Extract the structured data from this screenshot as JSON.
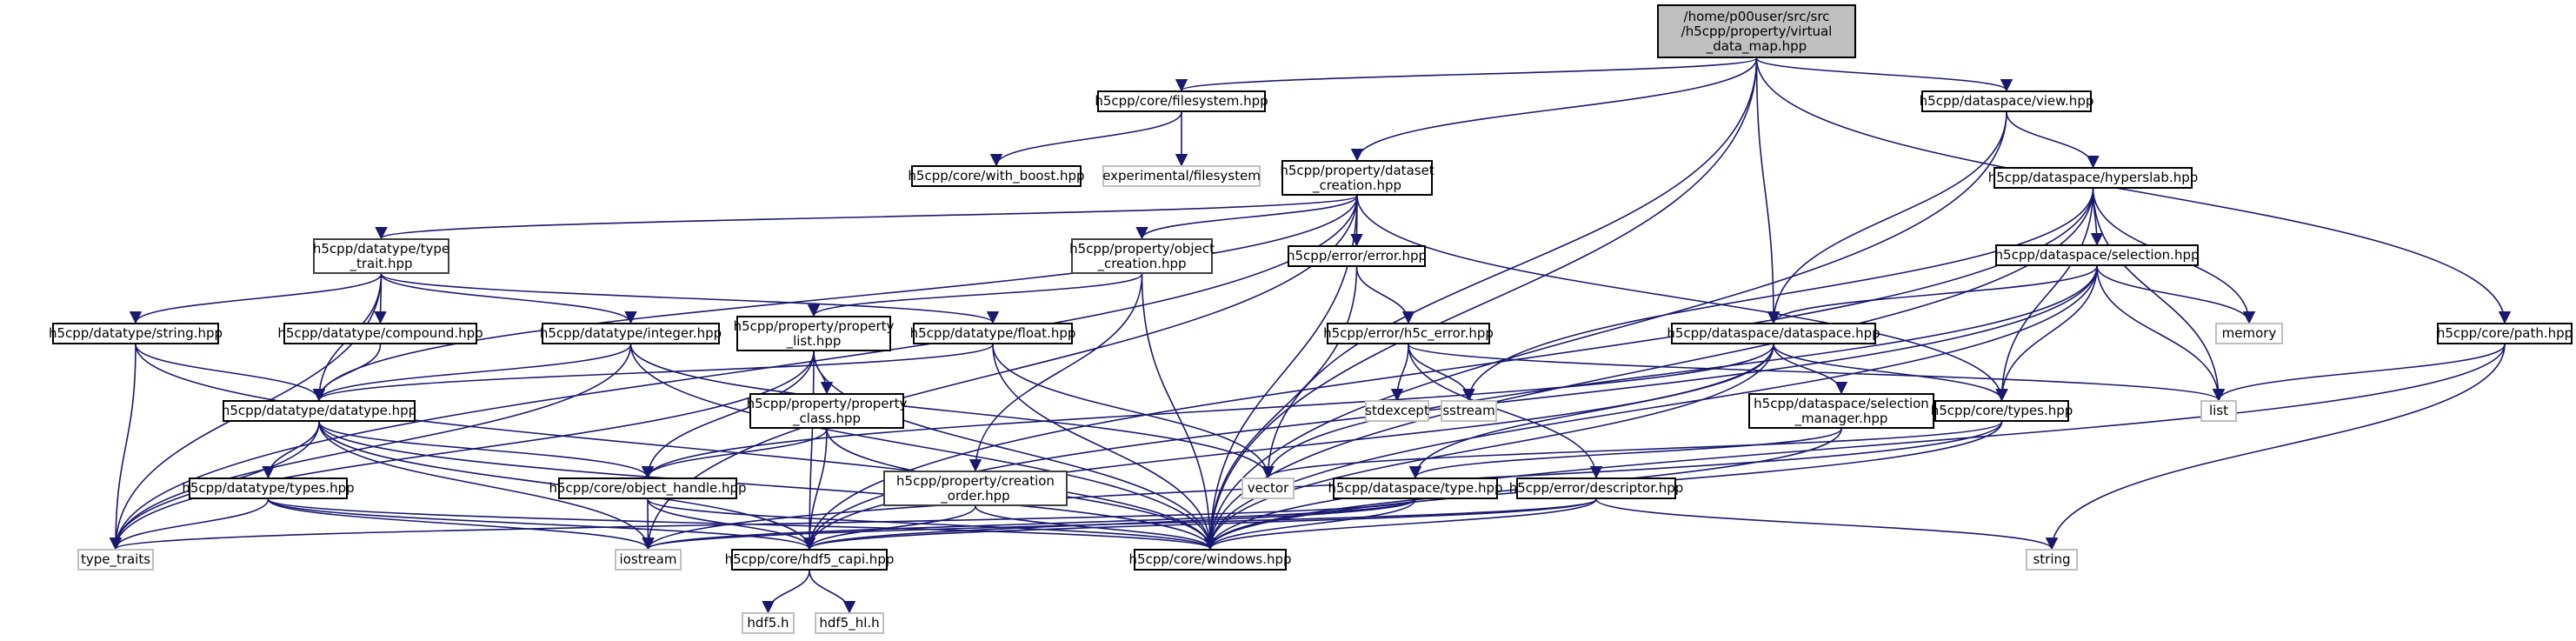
{
  "graph": {
    "type": "include-dependency-graph",
    "edge_color": "#191970",
    "root_fill": "#bfbfbf",
    "nodes": [
      {
        "id": "root",
        "label": "/home/p00user/src/src\n/h5cpp/property/virtual\n_data_map.hpp",
        "kind": "root"
      },
      {
        "id": "filesystem",
        "label": "h5cpp/core/filesystem.hpp",
        "kind": "internal"
      },
      {
        "id": "with_boost",
        "label": "h5cpp/core/with_boost.hpp",
        "kind": "internal"
      },
      {
        "id": "exp_fs",
        "label": "experimental/filesystem",
        "kind": "external"
      },
      {
        "id": "dataset_creation",
        "label": "h5cpp/property/dataset\n_creation.hpp",
        "kind": "internal"
      },
      {
        "id": "view",
        "label": "h5cpp/dataspace/view.hpp",
        "kind": "internal"
      },
      {
        "id": "hyperslab",
        "label": "h5cpp/dataspace/hyperslab.hpp",
        "kind": "internal"
      },
      {
        "id": "selection",
        "label": "h5cpp/dataspace/selection.hpp",
        "kind": "internal"
      },
      {
        "id": "memory",
        "label": "memory",
        "kind": "external"
      },
      {
        "id": "path",
        "label": "h5cpp/core/path.hpp",
        "kind": "internal"
      },
      {
        "id": "type_trait",
        "label": "h5cpp/datatype/type\n_trait.hpp",
        "kind": "internal"
      },
      {
        "id": "object_creation",
        "label": "h5cpp/property/object\n_creation.hpp",
        "kind": "internal"
      },
      {
        "id": "error",
        "label": "h5cpp/error/error.hpp",
        "kind": "internal"
      },
      {
        "id": "string_hpp",
        "label": "h5cpp/datatype/string.hpp",
        "kind": "internal"
      },
      {
        "id": "compound",
        "label": "h5cpp/datatype/compound.hpp",
        "kind": "internal"
      },
      {
        "id": "integer",
        "label": "h5cpp/datatype/integer.hpp",
        "kind": "internal"
      },
      {
        "id": "property_list",
        "label": "h5cpp/property/property\n_list.hpp",
        "kind": "internal"
      },
      {
        "id": "float",
        "label": "h5cpp/datatype/float.hpp",
        "kind": "internal"
      },
      {
        "id": "h5c_error",
        "label": "h5cpp/error/h5c_error.hpp",
        "kind": "internal"
      },
      {
        "id": "dataspace",
        "label": "h5cpp/dataspace/dataspace.hpp",
        "kind": "internal"
      },
      {
        "id": "list",
        "label": "list",
        "kind": "external"
      },
      {
        "id": "datatype",
        "label": "h5cpp/datatype/datatype.hpp",
        "kind": "internal"
      },
      {
        "id": "property_class",
        "label": "h5cpp/property/property\n_class.hpp",
        "kind": "internal"
      },
      {
        "id": "stdexcept",
        "label": "stdexcept",
        "kind": "external"
      },
      {
        "id": "sstream",
        "label": "sstream",
        "kind": "external"
      },
      {
        "id": "selection_manager",
        "label": "h5cpp/dataspace/selection\n_manager.hpp",
        "kind": "internal"
      },
      {
        "id": "core_types",
        "label": "h5cpp/core/types.hpp",
        "kind": "internal"
      },
      {
        "id": "dt_types",
        "label": "h5cpp/datatype/types.hpp",
        "kind": "internal"
      },
      {
        "id": "object_handle",
        "label": "h5cpp/core/object_handle.hpp",
        "kind": "internal"
      },
      {
        "id": "vector",
        "label": "vector",
        "kind": "external"
      },
      {
        "id": "creation_order",
        "label": "h5cpp/property/creation\n_order.hpp",
        "kind": "internal"
      },
      {
        "id": "ds_type",
        "label": "h5cpp/dataspace/type.hpp",
        "kind": "internal"
      },
      {
        "id": "descriptor",
        "label": "h5cpp/error/descriptor.hpp",
        "kind": "internal"
      },
      {
        "id": "type_traits",
        "label": "type_traits",
        "kind": "external"
      },
      {
        "id": "iostream",
        "label": "iostream",
        "kind": "external"
      },
      {
        "id": "hdf5_capi",
        "label": "h5cpp/core/hdf5_capi.hpp",
        "kind": "internal"
      },
      {
        "id": "windows",
        "label": "h5cpp/core/windows.hpp",
        "kind": "internal"
      },
      {
        "id": "string_std",
        "label": "string",
        "kind": "external"
      },
      {
        "id": "hdf5_h",
        "label": "hdf5.h",
        "kind": "external"
      },
      {
        "id": "hdf5_hl",
        "label": "hdf5_hl.h",
        "kind": "external"
      }
    ],
    "edges": [
      [
        "root",
        "filesystem"
      ],
      [
        "root",
        "dataset_creation"
      ],
      [
        "root",
        "view"
      ],
      [
        "root",
        "dataspace"
      ],
      [
        "root",
        "path"
      ],
      [
        "root",
        "vector"
      ],
      [
        "root",
        "windows"
      ],
      [
        "filesystem",
        "with_boost"
      ],
      [
        "filesystem",
        "exp_fs"
      ],
      [
        "dataset_creation",
        "type_trait"
      ],
      [
        "dataset_creation",
        "object_creation"
      ],
      [
        "dataset_creation",
        "error"
      ],
      [
        "dataset_creation",
        "datatype"
      ],
      [
        "dataset_creation",
        "core_types"
      ],
      [
        "dataset_creation",
        "windows"
      ],
      [
        "dataset_creation",
        "iostream"
      ],
      [
        "dataset_creation",
        "type_traits"
      ],
      [
        "view",
        "hyperslab"
      ],
      [
        "view",
        "dataspace"
      ],
      [
        "view",
        "windows"
      ],
      [
        "hyperslab",
        "selection"
      ],
      [
        "hyperslab",
        "memory"
      ],
      [
        "hyperslab",
        "list"
      ],
      [
        "hyperslab",
        "core_types"
      ],
      [
        "hyperslab",
        "sstream"
      ],
      [
        "hyperslab",
        "windows"
      ],
      [
        "hyperslab",
        "hdf5_capi"
      ],
      [
        "selection",
        "dataspace"
      ],
      [
        "selection",
        "memory"
      ],
      [
        "selection",
        "list"
      ],
      [
        "selection",
        "core_types"
      ],
      [
        "selection",
        "windows"
      ],
      [
        "selection",
        "vector"
      ],
      [
        "selection",
        "hdf5_capi"
      ],
      [
        "path",
        "list"
      ],
      [
        "path",
        "string_std"
      ],
      [
        "path",
        "windows"
      ],
      [
        "type_trait",
        "string_hpp"
      ],
      [
        "type_trait",
        "compound"
      ],
      [
        "type_trait",
        "integer"
      ],
      [
        "type_trait",
        "float"
      ],
      [
        "type_trait",
        "datatype"
      ],
      [
        "type_trait",
        "type_traits"
      ],
      [
        "object_creation",
        "property_list"
      ],
      [
        "object_creation",
        "creation_order"
      ],
      [
        "object_creation",
        "windows"
      ],
      [
        "error",
        "h5c_error"
      ],
      [
        "error",
        "windows"
      ],
      [
        "string_hpp",
        "datatype"
      ],
      [
        "string_hpp",
        "type_traits"
      ],
      [
        "string_hpp",
        "windows"
      ],
      [
        "compound",
        "datatype"
      ],
      [
        "integer",
        "datatype"
      ],
      [
        "integer",
        "type_traits"
      ],
      [
        "integer",
        "vector"
      ],
      [
        "integer",
        "windows"
      ],
      [
        "property_list",
        "property_class"
      ],
      [
        "property_list",
        "object_handle"
      ],
      [
        "property_list",
        "hdf5_capi"
      ],
      [
        "property_list",
        "windows"
      ],
      [
        "property_list",
        "type_traits"
      ],
      [
        "float",
        "datatype"
      ],
      [
        "float",
        "vector"
      ],
      [
        "float",
        "windows"
      ],
      [
        "h5c_error",
        "stdexcept"
      ],
      [
        "h5c_error",
        "sstream"
      ],
      [
        "h5c_error",
        "list"
      ],
      [
        "h5c_error",
        "descriptor"
      ],
      [
        "dataspace",
        "selection_manager"
      ],
      [
        "dataspace",
        "ds_type"
      ],
      [
        "dataspace",
        "core_types"
      ],
      [
        "dataspace",
        "object_handle"
      ],
      [
        "dataspace",
        "windows"
      ],
      [
        "dataspace",
        "hdf5_capi"
      ],
      [
        "datatype",
        "dt_types"
      ],
      [
        "datatype",
        "object_handle"
      ],
      [
        "datatype",
        "type_traits"
      ],
      [
        "datatype",
        "hdf5_capi"
      ],
      [
        "datatype",
        "windows"
      ],
      [
        "datatype",
        "iostream"
      ],
      [
        "property_class",
        "object_handle"
      ],
      [
        "property_class",
        "hdf5_capi"
      ],
      [
        "property_class",
        "windows"
      ],
      [
        "selection_manager",
        "ds_type"
      ],
      [
        "selection_manager",
        "windows"
      ],
      [
        "core_types",
        "vector"
      ],
      [
        "core_types",
        "windows"
      ],
      [
        "core_types",
        "iostream"
      ],
      [
        "dt_types",
        "type_traits"
      ],
      [
        "dt_types",
        "hdf5_capi"
      ],
      [
        "dt_types",
        "windows"
      ],
      [
        "dt_types",
        "iostream"
      ],
      [
        "object_handle",
        "iostream"
      ],
      [
        "object_handle",
        "hdf5_capi"
      ],
      [
        "object_handle",
        "windows"
      ],
      [
        "creation_order",
        "hdf5_capi"
      ],
      [
        "creation_order",
        "windows"
      ],
      [
        "ds_type",
        "windows"
      ],
      [
        "ds_type",
        "hdf5_capi"
      ],
      [
        "ds_type",
        "iostream"
      ],
      [
        "ds_type",
        "type_traits"
      ],
      [
        "descriptor",
        "string_std"
      ],
      [
        "descriptor",
        "hdf5_capi"
      ],
      [
        "descriptor",
        "windows"
      ],
      [
        "descriptor",
        "iostream"
      ],
      [
        "hdf5_capi",
        "hdf5_h"
      ],
      [
        "hdf5_capi",
        "hdf5_hl"
      ]
    ]
  }
}
